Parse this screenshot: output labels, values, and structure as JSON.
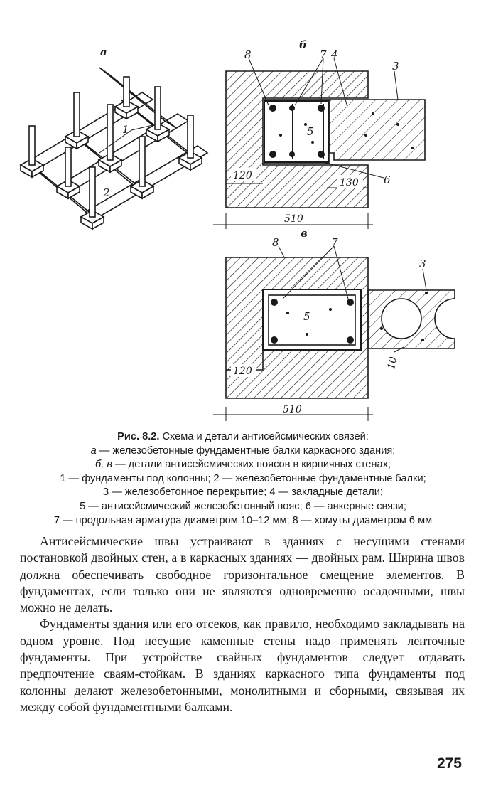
{
  "figure": {
    "panel_a": "а",
    "panel_b": "б",
    "panel_v": "в",
    "a_label_1": "1",
    "a_label_2": "2",
    "b_labels": {
      "l8": "8",
      "l7": "7",
      "l4": "4",
      "l3": "3",
      "l5": "5",
      "l6": "6"
    },
    "b_dims": {
      "d120": "120",
      "d130": "130",
      "d510": "510"
    },
    "v_labels": {
      "l8": "8",
      "l7": "7",
      "l3": "3",
      "l5": "5"
    },
    "v_dims": {
      "d120": "120",
      "d510": "510",
      "d10": "10"
    }
  },
  "caption": {
    "title_num": "Рис. 8.2.",
    "title_text": " Схема и детали антисейсмических связей:",
    "line2_key": "а",
    "line2_text": " — железобетонные фундаментные балки каркасного здания;",
    "line3_key": "б, в",
    "line3_text": " — детали антисейсмических поясов в кирпичных стенах;",
    "line4": "1 — фундаменты под колонны; 2 — железобетонные фундаментные балки;",
    "line5": "3 — железобетонное перекрытие; 4 — закладные детали;",
    "line6": "5 — антисейсмический железобетонный пояс; 6 — анкерные связи;",
    "line7": "7 — продольная арматура диаметром 10–12 мм; 8 — хомуты диаметром 6 мм"
  },
  "body": {
    "p1": "Антисейсмические швы устраивают в зданиях с несущими стенами постановкой двойных стен, а в каркасных зданиях — двойных рам. Ширина швов должна обеспечивать свободное горизонтальное смещение элементов. В фундаментах, если только они не являются одновременно осадочными, швы можно не делать.",
    "p2": "Фундаменты здания или его отсеков, как правило, необходимо закладывать на одном уровне. Под несущие каменные стены надо применять ленточные фундаменты. При устройстве свайных фундаментов следует отдавать предпочтение сваям-стойкам. В зданиях каркасного типа фундаменты под колонны делают железобетонными, монолитными и сборными, связывая их между собой фундаментными балками."
  },
  "page_number": "275"
}
